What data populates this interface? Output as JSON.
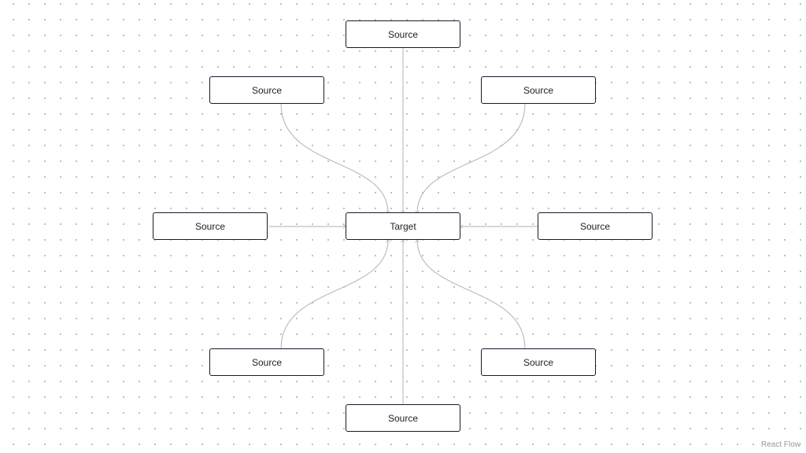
{
  "nodes": {
    "source_top": "Source",
    "source_top_left": "Source",
    "source_top_right": "Source",
    "source_left": "Source",
    "target": "Target",
    "source_right": "Source",
    "source_bottom_left": "Source",
    "source_bottom_right": "Source",
    "source_bottom": "Source"
  },
  "attribution": "React Flow",
  "colors": {
    "edge": "#b1b1b7",
    "node_border": "#1a192b",
    "background_dot": "#91919a"
  }
}
